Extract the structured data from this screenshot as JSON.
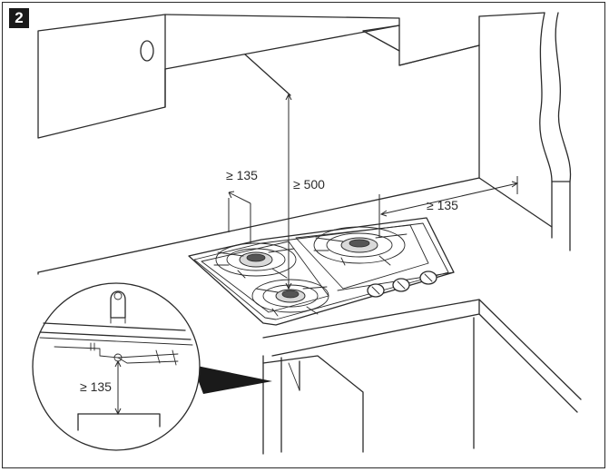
{
  "step_number": "2",
  "dimensions": {
    "side_clearance_left": "≥ 135",
    "hood_clearance": "≥ 500",
    "side_clearance_right": "≥ 135",
    "below_clearance": "≥ 135"
  },
  "colors": {
    "line": "#2b2b2b",
    "badge_background": "#1a1a1a",
    "badge_text": "#ffffff",
    "burner_fill": "#d9d9d9"
  }
}
